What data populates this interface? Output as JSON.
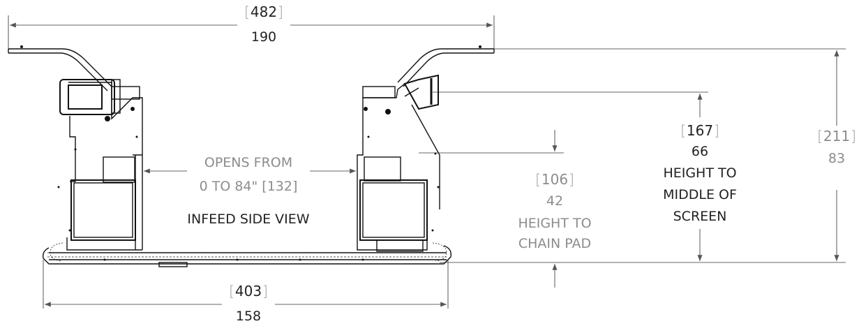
{
  "diagram": {
    "overall_width": {
      "metric": "482",
      "imperial": "190"
    },
    "base_length": {
      "metric": "403",
      "imperial": "158"
    },
    "opening": {
      "line1": "OPENS FROM",
      "line2": "0 TO 84\" [132]"
    },
    "view_title": "INFEED SIDE VIEW",
    "chain_pad_height": {
      "metric": "106",
      "imperial": "42",
      "line1": "HEIGHT TO",
      "line2": "CHAIN PAD"
    },
    "screen_height": {
      "metric": "167",
      "imperial": "66",
      "line1": "HEIGHT TO",
      "line2": "MIDDLE OF",
      "line3": "SCREEN"
    },
    "total_height": {
      "metric": "211",
      "imperial": "83"
    }
  }
}
